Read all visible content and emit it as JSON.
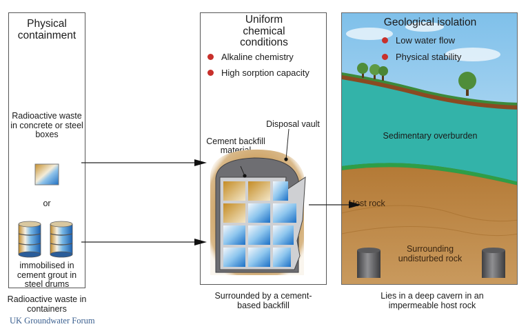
{
  "panel_physical": {
    "title": "Physical containment",
    "boxes_label": "Radioactive waste in concrete or steel boxes",
    "or_label": "or",
    "drums_label": "immobilised in cement grout in steel drums",
    "caption": "Radioactive waste in containers"
  },
  "panel_chemical": {
    "title": "Uniform chemical conditions",
    "bullets": [
      "Alkaline chemistry",
      "High sorption capacity"
    ],
    "vault_label": "Disposal vault",
    "backfill_label": "Cement backfill material",
    "caption": "Surrounded by a cement-based backfill"
  },
  "panel_geological": {
    "title": "Geological isolation",
    "bullets": [
      "Low water flow",
      "Physical stability"
    ],
    "overburden_label": "Sedimentary overburden",
    "host_rock_label": "Host rock",
    "surrounding_label": "Surrounding undisturbed rock",
    "caption": "Lies in a deep cavern in an impermeable host rock"
  },
  "credit": "UK Groundwater Forum",
  "colors": {
    "bullet": "#c8302b",
    "overburden": "#33b3a9",
    "host_rock": "#b8823f",
    "sky": "#bfe0f5",
    "backfill": "#c89a58",
    "vault": "#6e6e72"
  }
}
